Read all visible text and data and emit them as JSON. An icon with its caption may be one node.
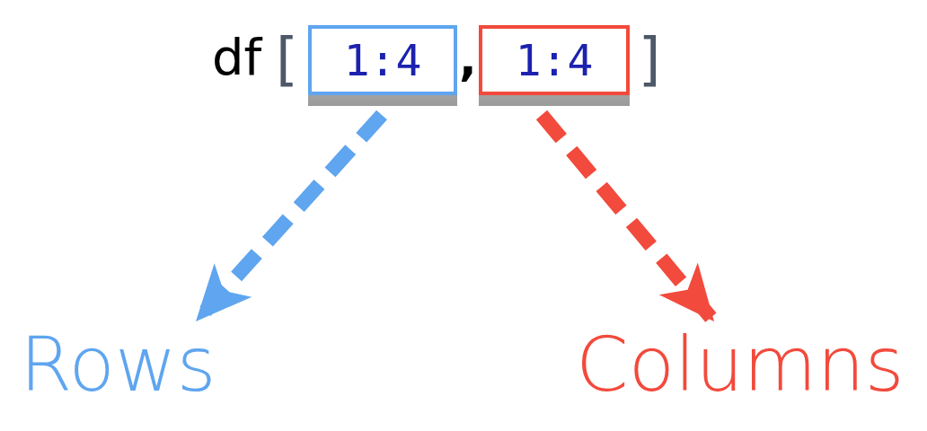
{
  "diagram": {
    "nodes": [
      {
        "text": [
          "1:4"
        ]
      },
      {
        "text": [
          "1:4"
        ]
      },
      {
        "text": [
          "Rows"
        ]
      },
      {
        "text": [
          "Columns"
        ]
      }
    ],
    "edges": [
      {
        "from": 0,
        "to": 2,
        "arrow": "to",
        "style": "dashed",
        "color": "#5fa5ef"
      },
      {
        "from": 1,
        "to": 3,
        "arrow": "to",
        "style": "dashed",
        "color": "#f24a3c"
      }
    ],
    "labels": [
      "df",
      "[",
      ",",
      "]"
    ]
  }
}
